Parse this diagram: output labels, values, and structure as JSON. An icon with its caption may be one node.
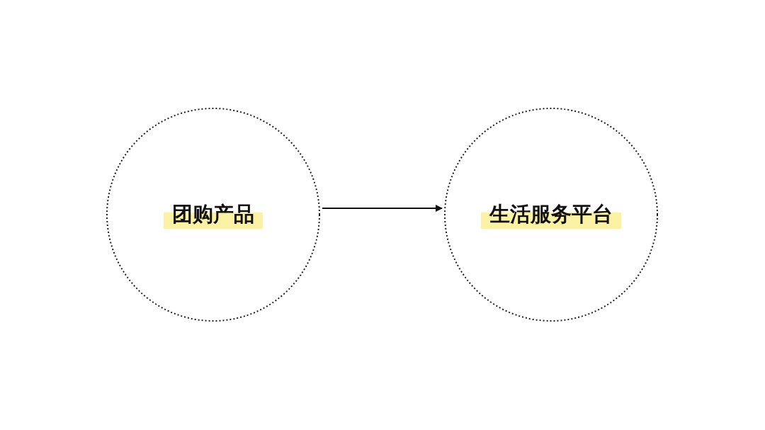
{
  "diagram": {
    "nodes": [
      {
        "text": [
          "团购产品"
        ]
      },
      {
        "text": [
          "生活服务平台"
        ]
      }
    ],
    "edges": [
      {
        "from": 0,
        "to": 1,
        "arrow": "to"
      }
    ]
  }
}
